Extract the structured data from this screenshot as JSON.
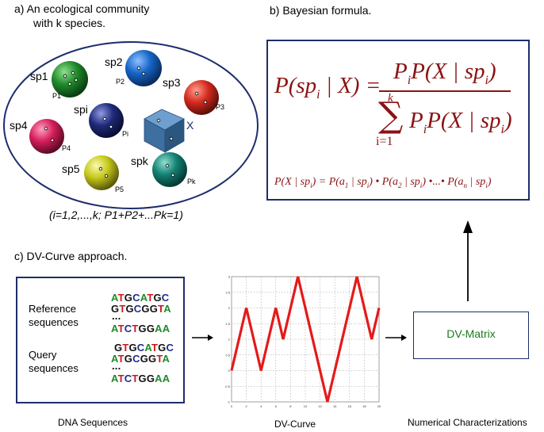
{
  "panel_a": {
    "title_line1": "a) An ecological community",
    "title_line2": "with k species.",
    "species": [
      {
        "label": "sp1",
        "p": "P1",
        "color": "#1e8a2a"
      },
      {
        "label": "sp2",
        "p": "P2",
        "color": "#1565c8"
      },
      {
        "label": "sp3",
        "p": "P3",
        "color": "#d42a1e"
      },
      {
        "label": "spi",
        "p": "Pi",
        "color": "#1f2a7a"
      },
      {
        "label": "sp4",
        "p": "P4",
        "color": "#d41e5a"
      },
      {
        "label": "sp5",
        "p": "P5",
        "color": "#c6c81a"
      },
      {
        "label": "spk",
        "p": "Pk",
        "color": "#138072"
      }
    ],
    "unknown_label": "X",
    "condition": "(i=1,2,...,k; P1+P2+...Pk=1)"
  },
  "panel_b": {
    "title": "b) Bayesian formula.",
    "lhs": "P(sp",
    "lhs_sub": "i",
    "lhs_rest": " | X) =",
    "numerator": "P",
    "numerator_sub": "i",
    "numerator_rest": "P(X | sp",
    "numerator_sub2": "i",
    "numerator_close": ")",
    "sum_top": "k",
    "sum_bottom": "i=1",
    "denominator": "P",
    "denominator_sub": "i",
    "denominator_rest": "P(X | sp",
    "denominator_sub2": "i",
    "denominator_close": ")",
    "likelihood": "P(X | sp",
    "likelihood_sub": "i",
    "likelihood_rhs": ") = P(a",
    "likelihood_t1": "1",
    "likelihood_mid1": " | sp",
    "likelihood_mid1_sub": "i",
    "likelihood_mid1_close": ") • P(a",
    "likelihood_t2": "2",
    "likelihood_mid2": " | sp",
    "likelihood_mid2_sub": "i",
    "likelihood_mid2_close": ") •...• P(a",
    "likelihood_tn": "n",
    "likelihood_mid3": " | sp",
    "likelihood_mid3_sub": "i",
    "likelihood_mid3_close": ")"
  },
  "panel_c": {
    "title": "c) DV-Curve approach.",
    "reference_label_1": "Reference",
    "reference_label_2": "sequences",
    "query_label_1": "Query",
    "query_label_2": "sequences",
    "ellipsis": "...",
    "reference_seqs": [
      "ATGCATGC",
      "GTGCGGTA",
      "ATCTGGAA"
    ],
    "query_seqs": [
      "GTGCATGC",
      "ATGCGGTA",
      "ATCTGGAA"
    ],
    "matrix_label": "DV-Matrix",
    "caption_dna": "DNA Sequences",
    "caption_curve": "DV-Curve",
    "caption_numeric": "Numerical Characterizations"
  },
  "colors": {
    "A": "#1e8a2a",
    "T": "#cc1a1a",
    "G": "#111111",
    "C": "#1e2d8a",
    "frame": "#1e2d6b",
    "formula": "#8b1313",
    "matrix_text": "#1e7a1e",
    "curve": "#e41a1a"
  },
  "chart_data": {
    "type": "line",
    "x": [
      0,
      2,
      4,
      6,
      7,
      9,
      11,
      13,
      15,
      17,
      19,
      20
    ],
    "values": [
      0,
      2,
      0,
      2,
      1,
      3,
      1,
      -1,
      1,
      3,
      1,
      2
    ],
    "xlim": [
      0,
      20
    ],
    "ylim": [
      -1,
      3
    ],
    "xticks": [
      "0",
      "2",
      "4",
      "6",
      "8",
      "10",
      "12",
      "14",
      "16",
      "18",
      "20"
    ],
    "yticks": [
      "-1",
      "-0.5",
      "0",
      "0.5",
      "1",
      "1.5",
      "2",
      "2.5",
      "3"
    ],
    "grid": true
  }
}
